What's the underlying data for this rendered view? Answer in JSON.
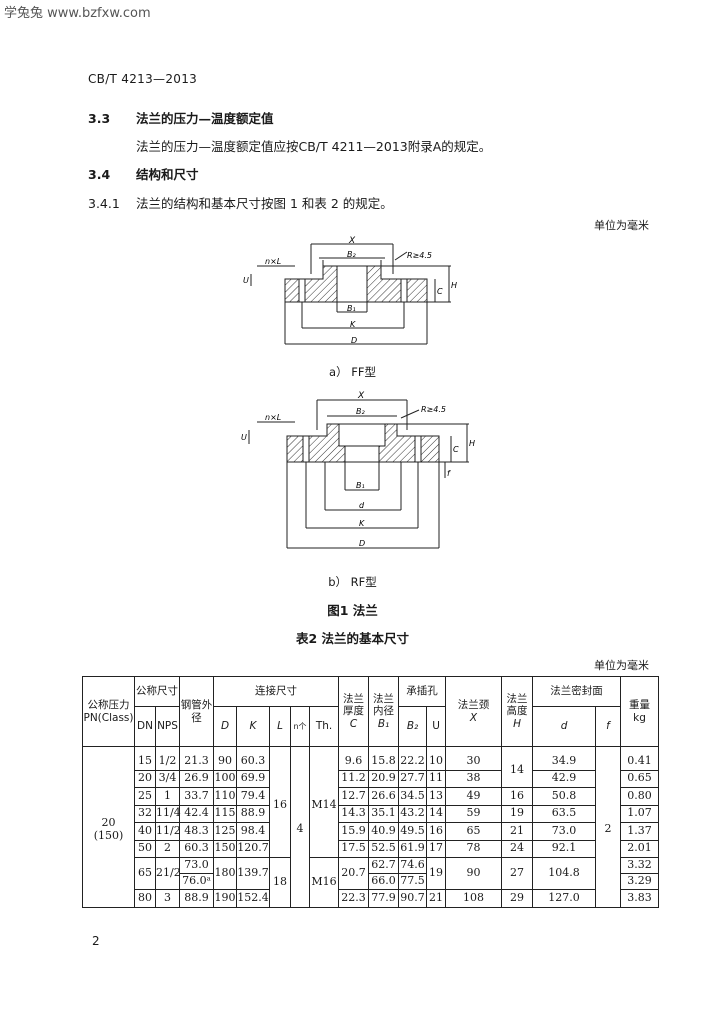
{
  "watermark": "学兔兔 www.bzfxw.com",
  "standard_no": "CB/T 4213—2013",
  "sec33": {
    "num": "3.3",
    "title": "法兰的压力—温度额定值",
    "body": "法兰的压力—温度额定值应按CB/T 4211—2013附录A的规定。"
  },
  "sec34": {
    "num": "3.4",
    "title": "结构和尺寸"
  },
  "sec341": {
    "num": "3.4.1",
    "body": "法兰的结构和基本尺寸按图 1 和表 2 的规定。"
  },
  "unit_label": "单位为毫米",
  "fig_a": {
    "caption": "a） FF型",
    "labels": {
      "X": "X",
      "B2": "B₂",
      "R": "R≥4.5",
      "nL": "n×L",
      "B1": "B₁",
      "K": "K",
      "D": "D",
      "C": "C",
      "H": "H",
      "U": "U"
    }
  },
  "fig_b": {
    "caption": "b） RF型",
    "labels": {
      "X": "X",
      "B2": "B₂",
      "R": "R≥4.5",
      "nL": "n×L",
      "B1": "B₁",
      "d": "d",
      "K": "K",
      "D": "D",
      "C": "C",
      "H": "H",
      "U": "U",
      "f": "f"
    }
  },
  "figure_title": "图1  法兰",
  "table_title": "表2  法兰的基本尺寸",
  "table_unit": "单位为毫米",
  "table": {
    "headers": {
      "pn": "公称压力PN(Class)",
      "ns": "公称尺寸",
      "dn": "DN",
      "nps": "NPS",
      "pipe": "钢管外径",
      "conn": "连接尺寸",
      "D": "D",
      "K": "K",
      "L": "L",
      "n": "n个",
      "th": "Th.",
      "thick": "法兰厚度",
      "thick_sym": "C",
      "bore": "法兰内径",
      "bore_sym": "B₁",
      "socket": "承插孔",
      "B2": "B₂",
      "U": "U",
      "neck": "法兰颈",
      "neck_sym": "X",
      "height": "法兰高度",
      "height_sym": "H",
      "seal": "法兰密封面",
      "d": "d",
      "f": "f",
      "mass": "重量",
      "mass_unit": "kg"
    },
    "pn_value": "20",
    "pn_class": "(150)",
    "n_value": "4",
    "f_value": "2",
    "L_group1": "16",
    "L_group2": "18",
    "th_group1": "M14",
    "th_group2": "M16",
    "H_shared": "14",
    "rows": [
      {
        "dn": "15",
        "nps": "1/2",
        "pipe": "21.3",
        "D": "90",
        "K": "60.3",
        "C": "9.6",
        "B1": "15.8",
        "B2": "22.2",
        "U": "10",
        "X": "30",
        "d": "34.9",
        "mass": "0.41"
      },
      {
        "dn": "20",
        "nps": "3/4",
        "pipe": "26.9",
        "D": "100",
        "K": "69.9",
        "C": "11.2",
        "B1": "20.9",
        "B2": "27.7",
        "U": "11",
        "X": "38",
        "d": "42.9",
        "mass": "0.65"
      },
      {
        "dn": "25",
        "nps": "1",
        "pipe": "33.7",
        "D": "110",
        "K": "79.4",
        "C": "12.7",
        "B1": "26.6",
        "B2": "34.5",
        "U": "13",
        "X": "49",
        "H": "16",
        "d": "50.8",
        "mass": "0.80"
      },
      {
        "dn": "32",
        "nps": "11/4",
        "pipe": "42.4",
        "D": "115",
        "K": "88.9",
        "C": "14.3",
        "B1": "35.1",
        "B2": "43.2",
        "U": "14",
        "X": "59",
        "H": "19",
        "d": "63.5",
        "mass": "1.07"
      },
      {
        "dn": "40",
        "nps": "11/2",
        "pipe": "48.3",
        "D": "125",
        "K": "98.4",
        "C": "15.9",
        "B1": "40.9",
        "B2": "49.5",
        "U": "16",
        "X": "65",
        "H": "21",
        "d": "73.0",
        "mass": "1.37"
      },
      {
        "dn": "50",
        "nps": "2",
        "pipe": "60.3",
        "D": "150",
        "K": "120.7",
        "C": "17.5",
        "B1": "52.5",
        "B2": "61.9",
        "U": "17",
        "X": "78",
        "H": "24",
        "d": "92.1",
        "mass": "2.01"
      },
      {
        "dn": "65",
        "nps": "21/2",
        "pipe_a": "73.0",
        "pipe_b": "76.0ᵃ",
        "D": "180",
        "K": "139.7",
        "C": "20.7",
        "B1_a": "62.7",
        "B1_b": "66.0",
        "B2_a": "74.6",
        "B2_b": "77.5",
        "U": "19",
        "X": "90",
        "H": "27",
        "d": "104.8",
        "mass_a": "3.32",
        "mass_b": "3.29"
      },
      {
        "dn": "80",
        "nps": "3",
        "pipe": "88.9",
        "D": "190",
        "K": "152.4",
        "C": "22.3",
        "B1": "77.9",
        "B2": "90.7",
        "U": "21",
        "X": "108",
        "H": "29",
        "d": "127.0",
        "mass": "3.83"
      }
    ]
  },
  "page_number": "2",
  "colors": {
    "ink": "#1a1a1a",
    "hatch": "#333333"
  }
}
